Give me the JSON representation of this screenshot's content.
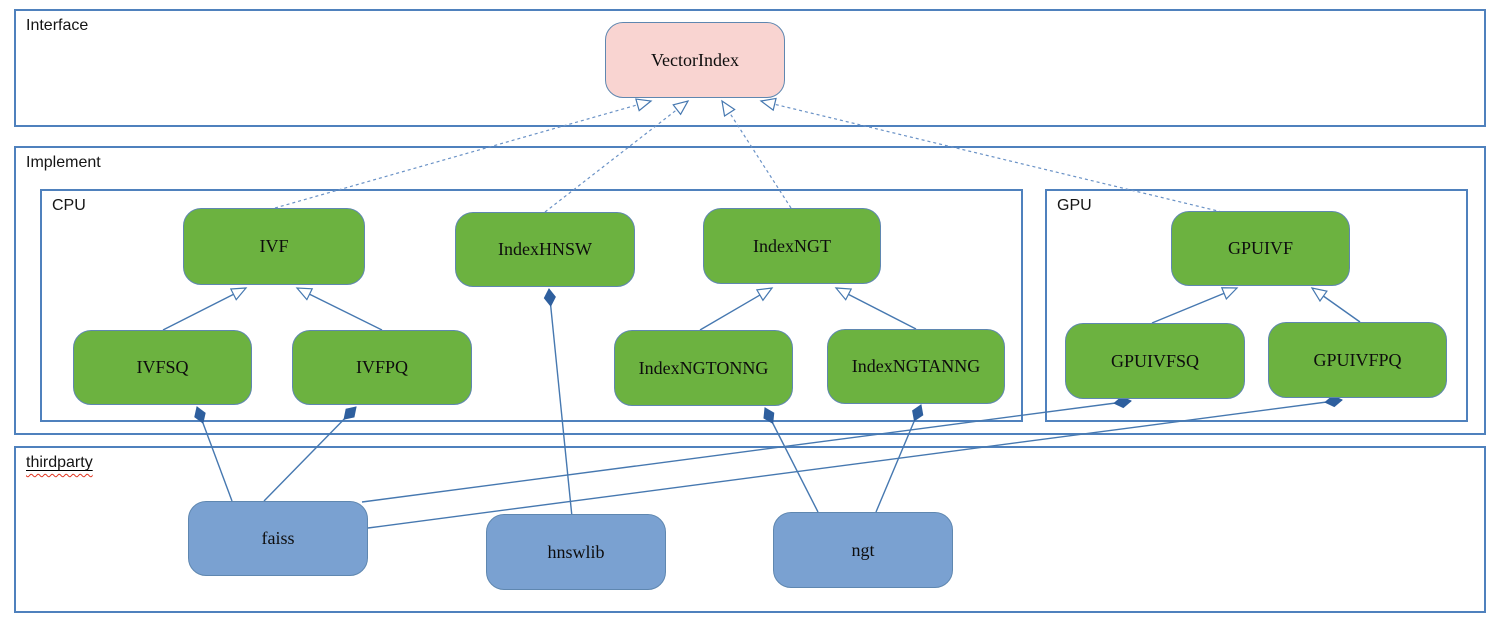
{
  "diagram": {
    "containers": {
      "interface": {
        "label": "Interface"
      },
      "implement": {
        "label": "Implement"
      },
      "cpu": {
        "label": "CPU"
      },
      "gpu": {
        "label": "GPU"
      },
      "thirdparty": {
        "label": "thirdparty"
      }
    },
    "nodes": {
      "vectorindex": {
        "label": "VectorIndex",
        "kind": "interface"
      },
      "ivf": {
        "label": "IVF",
        "kind": "cpu-class"
      },
      "indexhnsw": {
        "label": "IndexHNSW",
        "kind": "cpu-class"
      },
      "indexngt": {
        "label": "IndexNGT",
        "kind": "cpu-class"
      },
      "ivfsq": {
        "label": "IVFSQ",
        "kind": "cpu-class"
      },
      "ivfpq": {
        "label": "IVFPQ",
        "kind": "cpu-class"
      },
      "indexngtonng": {
        "label": "IndexNGTONNG",
        "kind": "cpu-class"
      },
      "indexngtanng": {
        "label": "IndexNGTANNG",
        "kind": "cpu-class"
      },
      "gpuivf": {
        "label": "GPUIVF",
        "kind": "gpu-class"
      },
      "gpuivfsq": {
        "label": "GPUIVFSQ",
        "kind": "gpu-class"
      },
      "gpuivfpq": {
        "label": "GPUIVFPQ",
        "kind": "gpu-class"
      },
      "faiss": {
        "label": "faiss",
        "kind": "thirdparty-lib"
      },
      "hnswlib": {
        "label": "hnswlib",
        "kind": "thirdparty-lib"
      },
      "ngt": {
        "label": "ngt",
        "kind": "thirdparty-lib"
      }
    },
    "edges": [
      {
        "from": "IVF",
        "to": "VectorIndex",
        "type": "realization-dashed-hollow-arrow"
      },
      {
        "from": "IndexHNSW",
        "to": "VectorIndex",
        "type": "realization-dashed-hollow-arrow"
      },
      {
        "from": "IndexNGT",
        "to": "VectorIndex",
        "type": "realization-dashed-hollow-arrow"
      },
      {
        "from": "GPUIVF",
        "to": "VectorIndex",
        "type": "realization-dashed-hollow-arrow"
      },
      {
        "from": "IVFSQ",
        "to": "IVF",
        "type": "generalization-hollow-arrow"
      },
      {
        "from": "IVFPQ",
        "to": "IVF",
        "type": "generalization-hollow-arrow"
      },
      {
        "from": "IndexNGTONNG",
        "to": "IndexNGT",
        "type": "generalization-hollow-arrow"
      },
      {
        "from": "IndexNGTANNG",
        "to": "IndexNGT",
        "type": "generalization-hollow-arrow"
      },
      {
        "from": "GPUIVFSQ",
        "to": "GPUIVF",
        "type": "generalization-hollow-arrow"
      },
      {
        "from": "GPUIVFPQ",
        "to": "GPUIVF",
        "type": "generalization-hollow-arrow"
      },
      {
        "from": "faiss",
        "to": "IVFSQ",
        "type": "composition-filled-diamond"
      },
      {
        "from": "faiss",
        "to": "IVFPQ",
        "type": "composition-filled-diamond"
      },
      {
        "from": "faiss",
        "to": "GPUIVFSQ",
        "type": "composition-filled-diamond"
      },
      {
        "from": "faiss",
        "to": "GPUIVFPQ",
        "type": "composition-filled-diamond"
      },
      {
        "from": "hnswlib",
        "to": "IndexHNSW",
        "type": "composition-filled-diamond"
      },
      {
        "from": "ngt",
        "to": "IndexNGTONNG",
        "type": "composition-filled-diamond"
      },
      {
        "from": "ngt",
        "to": "IndexNGTANNG",
        "type": "composition-filled-diamond"
      }
    ],
    "colors": {
      "class_green": "#6cb240",
      "thirdparty_blue": "#7aa1d1",
      "interface_pink": "#f9d4d1",
      "edge_blue": "#4678b0",
      "dashed_edge_blue": "#6a92c6",
      "container_border": "#4f81bd",
      "node_border": "#5f87b0",
      "diamond_fill": "#2e5f9e",
      "spellcheck_red": "#e0341f",
      "text_black": "#0d0d0d"
    }
  }
}
